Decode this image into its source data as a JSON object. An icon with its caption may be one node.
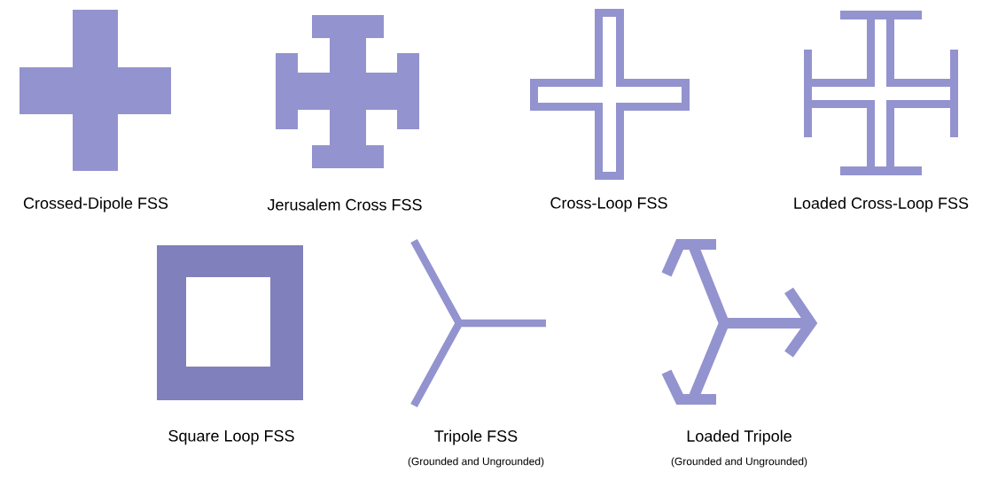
{
  "diagram": {
    "nodes": [
      {
        "text": [],
        "shape": "picture",
        "beside": [
          "Crossed-Dipole FSS"
        ]
      },
      {
        "text": [],
        "shape": "picture",
        "beside": [
          "Jerusalem Cross FSS"
        ]
      },
      {
        "text": [],
        "shape": "picture",
        "beside": [
          "Cross-Loop FSS"
        ]
      },
      {
        "text": [],
        "shape": "picture",
        "beside": [
          "Loaded Cross-Loop FSS"
        ]
      },
      {
        "text": [],
        "shape": "picture",
        "beside": [
          "Square Loop FSS"
        ]
      },
      {
        "text": [],
        "shape": "picture",
        "beside": [
          "Tripole FSS",
          "(Grounded and Ungrounded)"
        ]
      },
      {
        "text": [],
        "shape": "picture",
        "beside": [
          "Loaded Tripole",
          "(Grounded and Ungrounded)"
        ]
      }
    ]
  }
}
